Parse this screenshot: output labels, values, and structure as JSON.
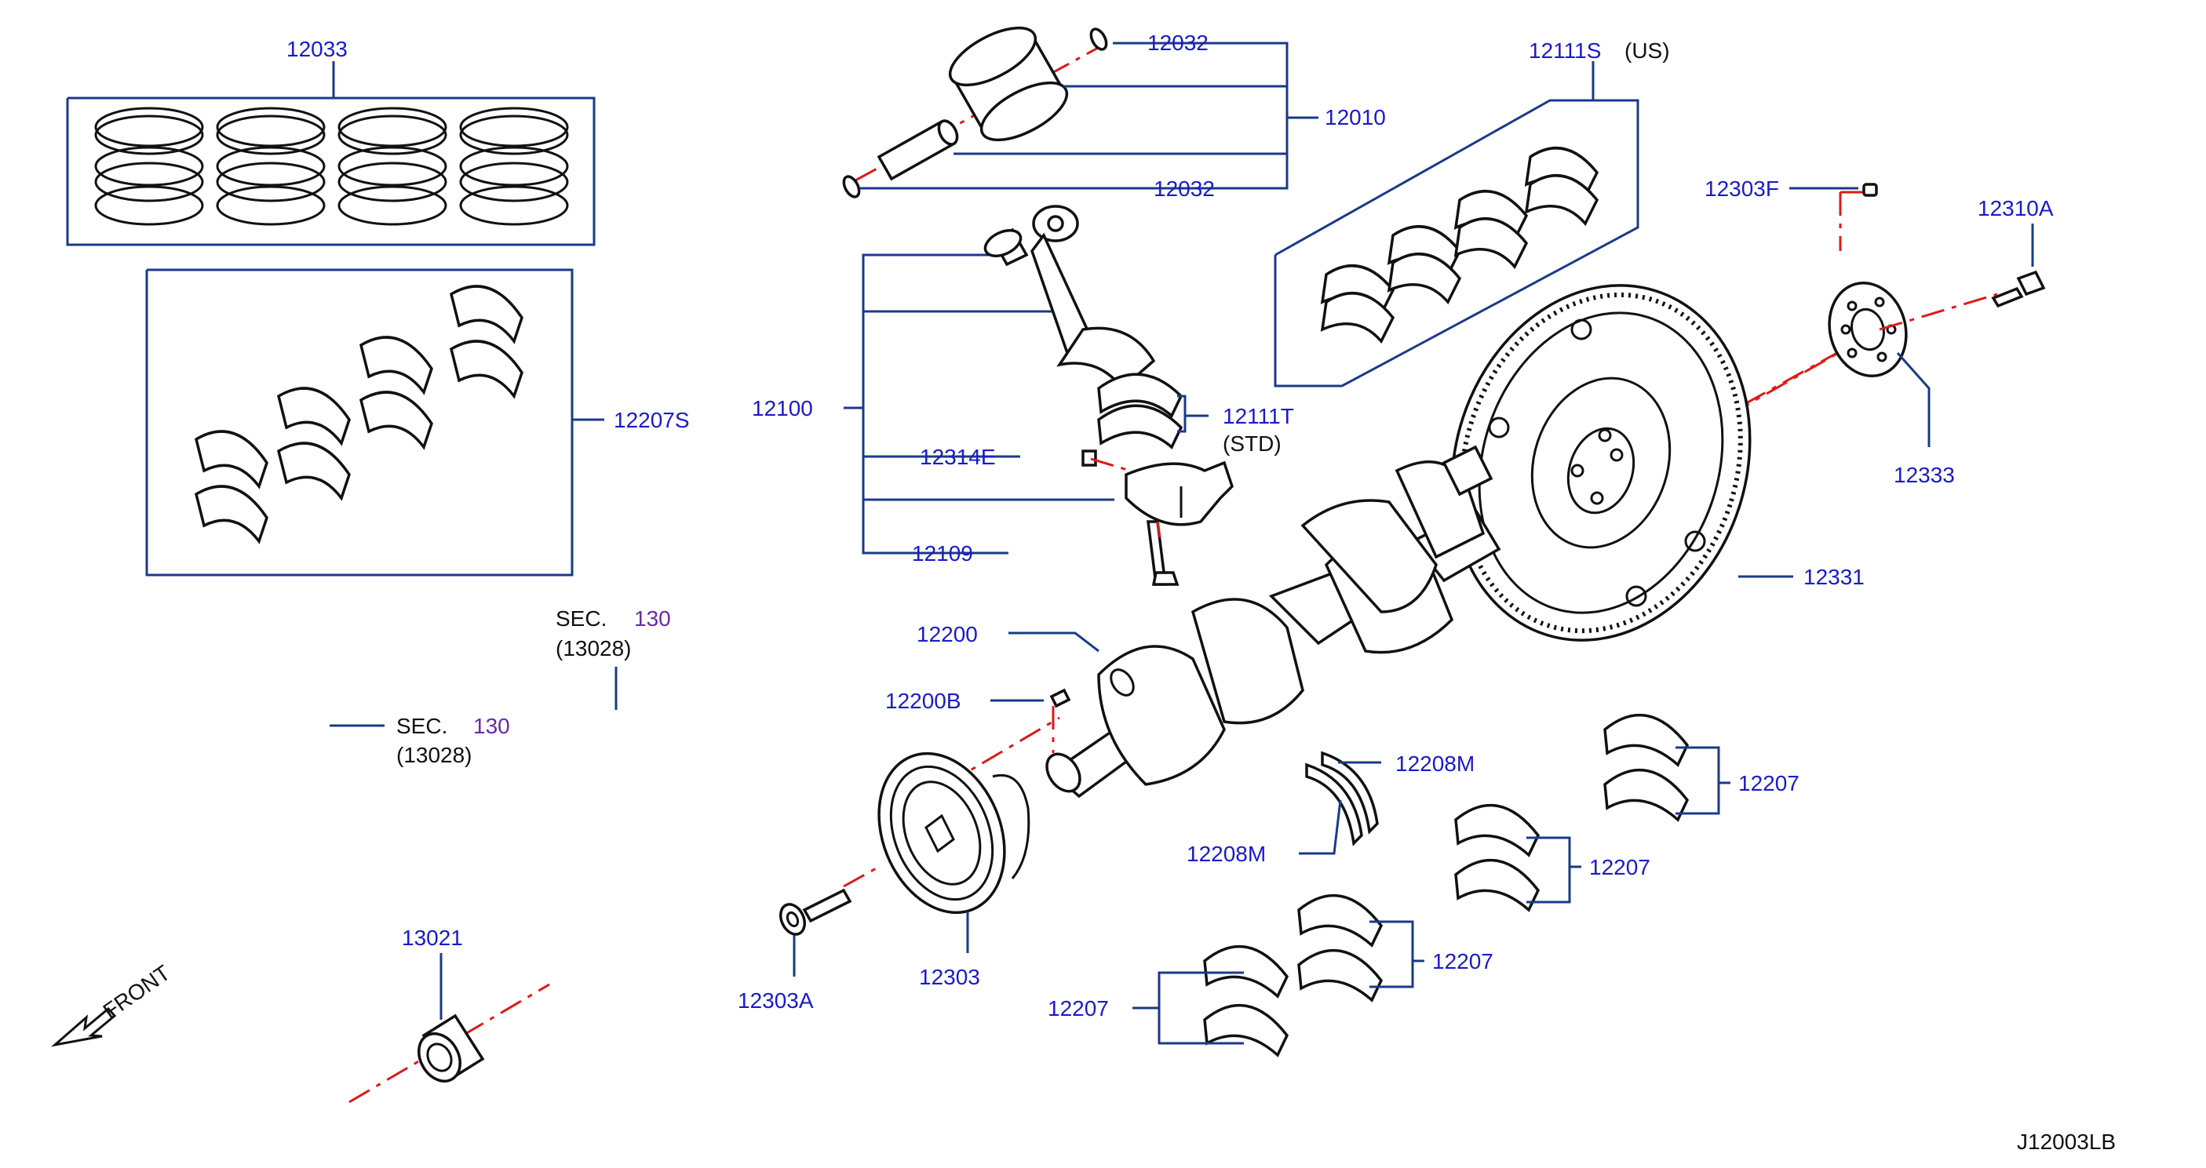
{
  "labels": {
    "l12033": "12033",
    "l12032a": "12032",
    "l12032b": "12032",
    "l12010": "12010",
    "l12111s": "12111S",
    "l12111s_note": "(US)",
    "l12303f": "12303F",
    "l12310a": "12310A",
    "l12207s": "12207S",
    "l12100": "12100",
    "l12314e": "12314E",
    "l12111t": "12111T",
    "l12111t_note": "(STD)",
    "l12109": "12109",
    "l12333": "12333",
    "l12331": "12331",
    "l12200": "12200",
    "l12200b": "12200B",
    "l12208m_a": "12208M",
    "l12208m_b": "12208M",
    "l12207_a": "12207",
    "l12207_b": "12207",
    "l12207_c": "12207",
    "l12207_d": "12207",
    "l13021": "13021",
    "l12303": "12303",
    "l12303a": "12303A",
    "sec_a": "SEC.",
    "sec_a_num": "130",
    "sec_a_ref": "(13028)",
    "sec_b": "SEC.",
    "sec_b_num": "130",
    "sec_b_ref": "(13028)",
    "front": "FRONT",
    "diagram_id": "J12003LB"
  },
  "colors": {
    "label_blue": "#1a1acc",
    "leader_line": "#1a3a8a",
    "center_line": "#e01818",
    "section_purple": "#6a2aa8"
  }
}
